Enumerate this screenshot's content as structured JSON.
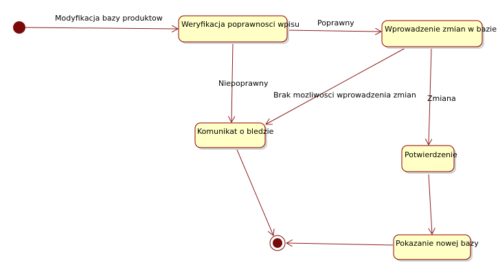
{
  "diagram": {
    "states": {
      "weryfikacja": "Weryfikacja poprawnosci wpisu",
      "wprowadzenie": "Wprowadzenie zmian w bazie",
      "komunikat": "Komunikat o bledzie",
      "potwierdzenie": "Potwierdzenie",
      "pokazanie": "Pokazanie nowej bazy"
    },
    "transitions": {
      "modyfikacja": "Modyfikacja bazy produktow",
      "poprawny": "Poprawny",
      "niepoprawny": "Niepoprawny",
      "brak": "Brak mozliwosci wprowadzenia zmian",
      "zmiana": "Zmiana"
    },
    "colors": {
      "state_fill": "#ffffc6",
      "state_border": "#8c0000",
      "transition": "#8c1c1c",
      "pseudostate": "#7a0a0a"
    }
  }
}
